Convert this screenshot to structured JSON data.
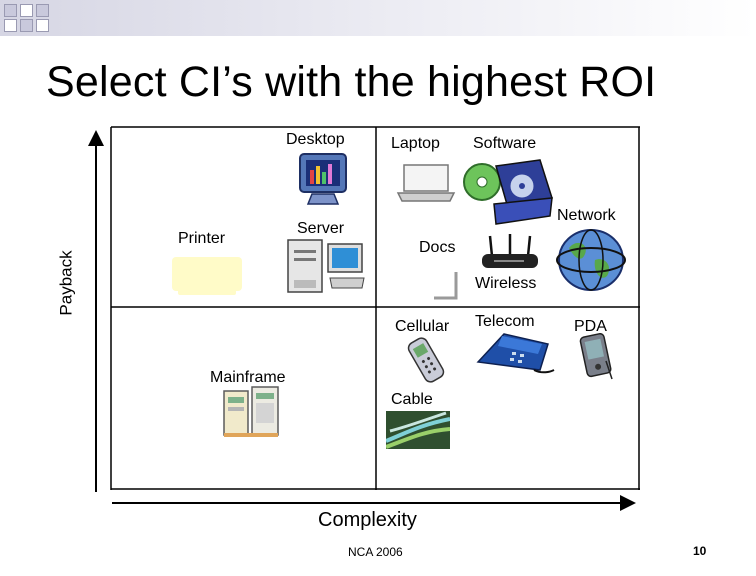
{
  "slide": {
    "title": "Select CI’s with the highest ROI",
    "footer": "NCA 2006",
    "page_number": "10"
  },
  "axes": {
    "x_label": "Complexity",
    "y_label": "Payback"
  },
  "items": {
    "desktop": "Desktop",
    "laptop": "Laptop",
    "software": "Software",
    "network": "Network",
    "printer": "Printer",
    "server": "Server",
    "docs": "Docs",
    "wireless": "Wireless",
    "cellular": "Cellular",
    "telecom": "Telecom",
    "pda": "PDA",
    "mainframe": "Mainframe",
    "cable": "Cable"
  },
  "colors": {
    "accent_bar": "#d6d6e4",
    "axis": "#000000",
    "printer_fill": "#fffbc8"
  }
}
